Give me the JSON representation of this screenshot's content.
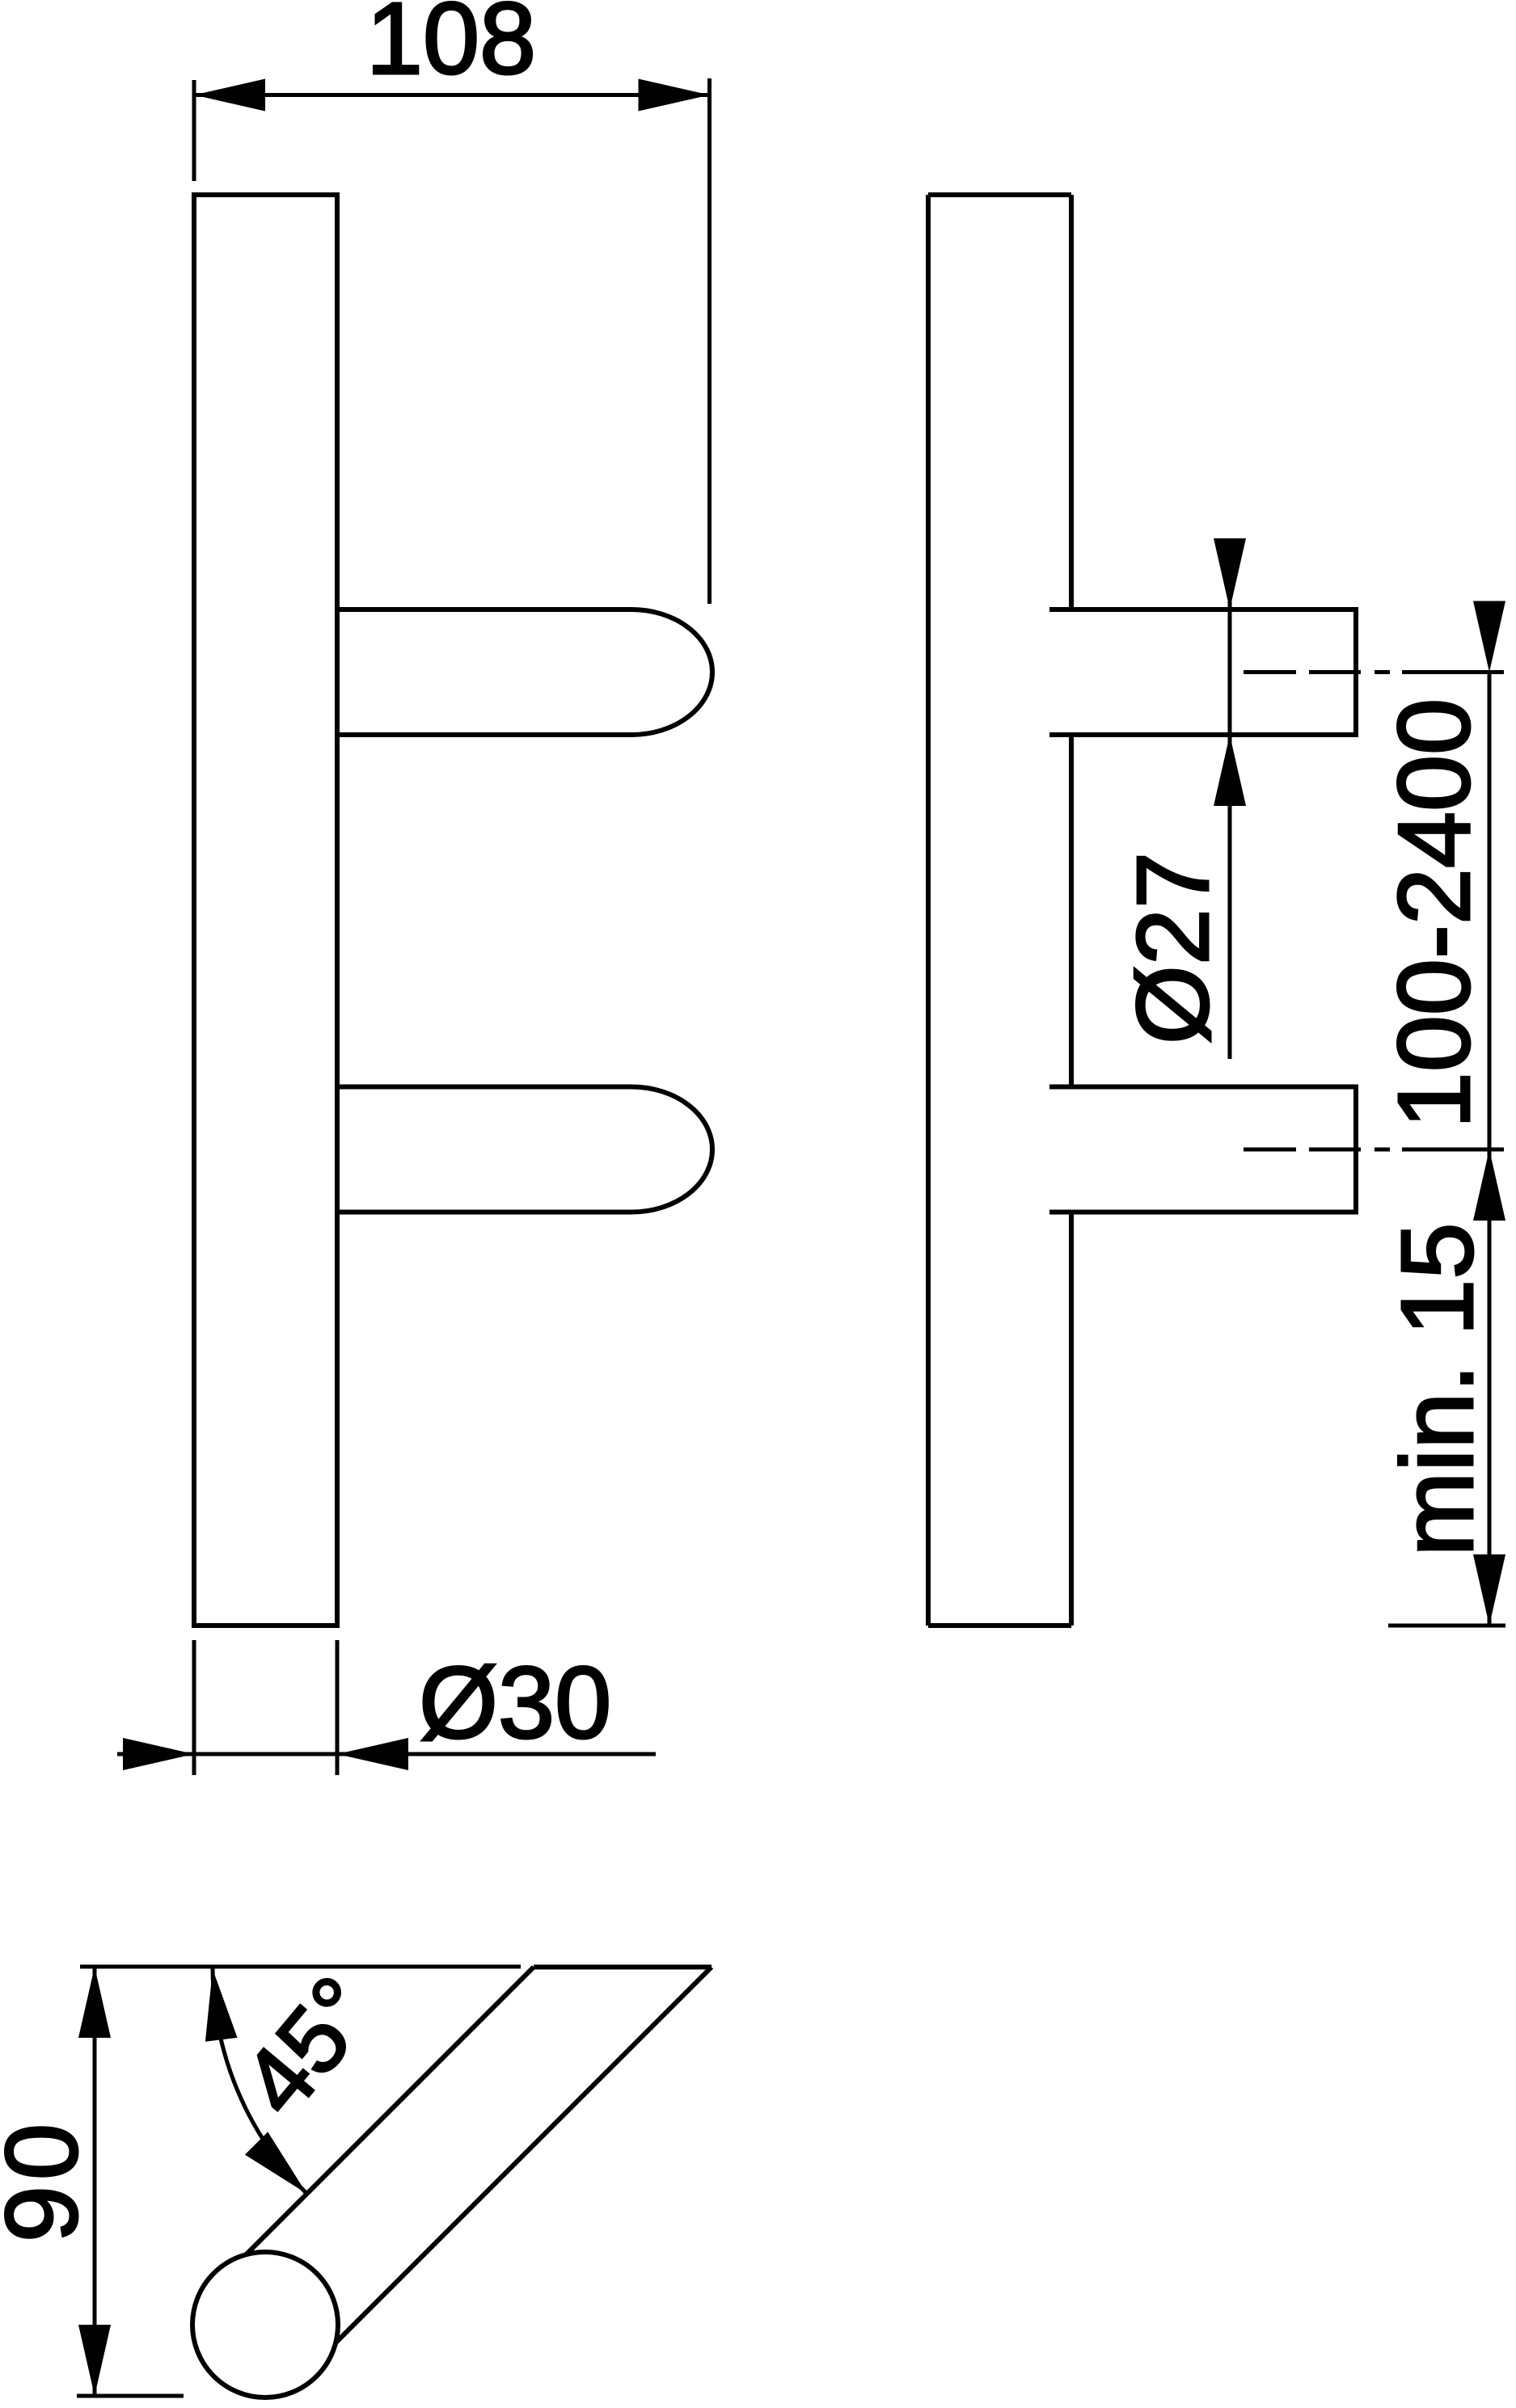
{
  "drawing": {
    "type": "technical-dimension-drawing",
    "subject": "door-pull-handle",
    "colors": {
      "ink": "#000000",
      "background": "#ffffff"
    },
    "labels": {
      "overall_projection_width": "108",
      "grip_diameter": "Ø30",
      "post_diameter": "Ø27",
      "post_center_distance_range": "100-2400",
      "min_fixing_depth": "min. 15",
      "post_angle": "45°",
      "angled_projection_height": "90"
    },
    "views": {
      "front_view": "handle bar with two round-capped posts",
      "side_view": "handle bar with two flat-ended posts and centerlines",
      "detail_view": "45-degree post detail with bar cross-section circle"
    }
  }
}
